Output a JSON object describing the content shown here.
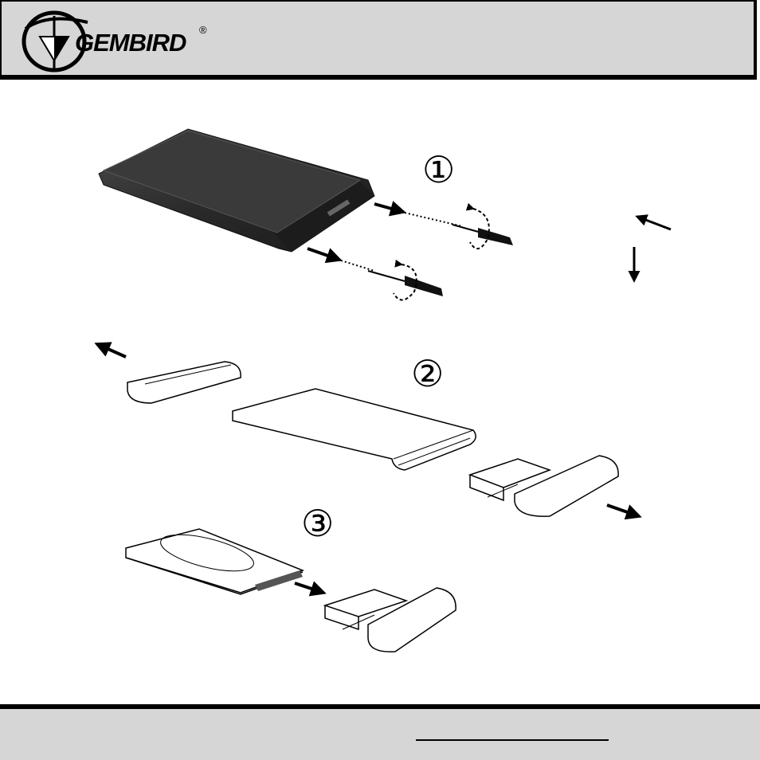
{
  "header": {
    "brand_name": "GEMBIRD",
    "registered_mark": "®"
  },
  "steps": [
    {
      "label": "①"
    },
    {
      "label": "②"
    },
    {
      "label": "③"
    }
  ],
  "colors": {
    "header_bg": "#d6d6d6",
    "border": "#000000",
    "enclosure_dark": "#2b2b2b"
  },
  "icons": {
    "logo": "gembird-globe-logo",
    "screwdriver": "screwdriver-icon",
    "rotate": "rotate-arrow-icon",
    "arrow": "direction-arrow-icon"
  }
}
